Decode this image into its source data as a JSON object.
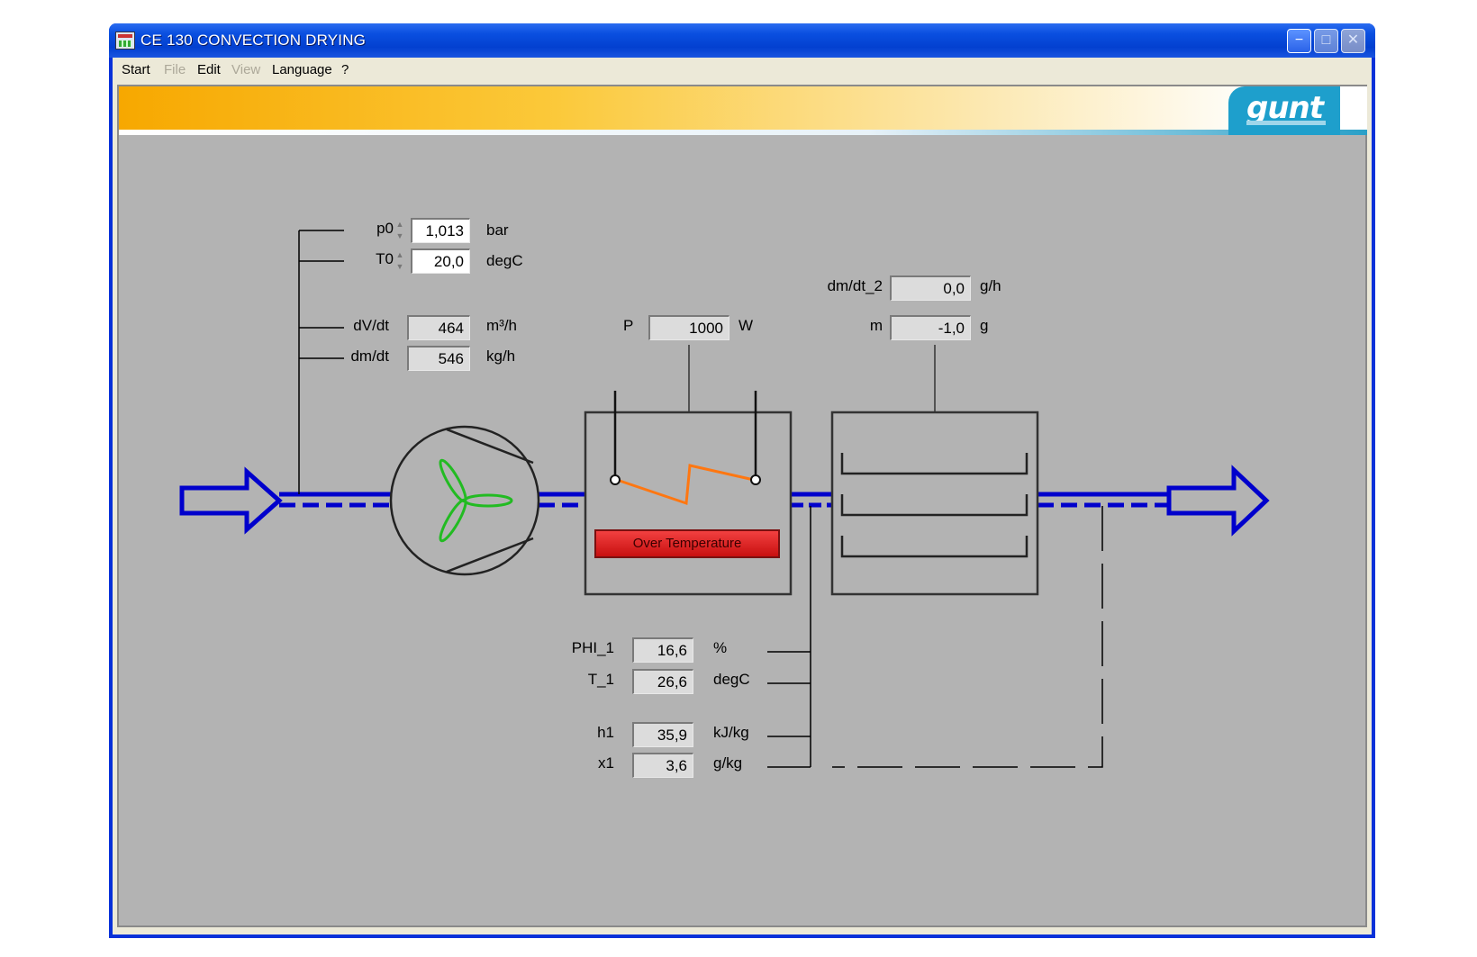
{
  "window": {
    "title": "CE 130 CONVECTION DRYING"
  },
  "menu": [
    {
      "label": "Start",
      "enabled": true
    },
    {
      "label": "File",
      "enabled": false
    },
    {
      "label": "Edit",
      "enabled": true
    },
    {
      "label": "View",
      "enabled": false
    },
    {
      "label": "Language",
      "enabled": true
    },
    {
      "label": "?",
      "enabled": true
    }
  ],
  "logo": {
    "text": "gunt"
  },
  "inlet": {
    "p0": {
      "label": "p0",
      "value": "1,013",
      "unit": "bar"
    },
    "t0": {
      "label": "T0",
      "value": "20,0",
      "unit": "degC"
    },
    "dvdt": {
      "label": "dV/dt",
      "value": "464",
      "unit": "m³/h"
    },
    "dmdt": {
      "label": "dm/dt",
      "value": "546",
      "unit": "kg/h"
    }
  },
  "heater": {
    "power": {
      "label": "P",
      "value": "1000",
      "unit": "W"
    },
    "alarm": "Over Temperature"
  },
  "dryer": {
    "dmdt2": {
      "label": "dm/dt_2",
      "value": "0,0",
      "unit": "g/h"
    },
    "mass": {
      "label": "m",
      "value": "-1,0",
      "unit": "g"
    }
  },
  "measurements": {
    "phi1": {
      "label": "PHI_1",
      "value": "16,6",
      "unit": "%"
    },
    "t1": {
      "label": "T_1",
      "value": "26,6",
      "unit": "degC"
    },
    "h1": {
      "label": "h1",
      "value": "35,9",
      "unit": "kJ/kg"
    },
    "x1": {
      "label": "x1",
      "value": "3,6",
      "unit": "g/kg"
    }
  },
  "colors": {
    "airflow": "#0000cc",
    "fan_blades": "#22bb22",
    "heating_element": "#ff7711",
    "alarm": "#e02020"
  }
}
